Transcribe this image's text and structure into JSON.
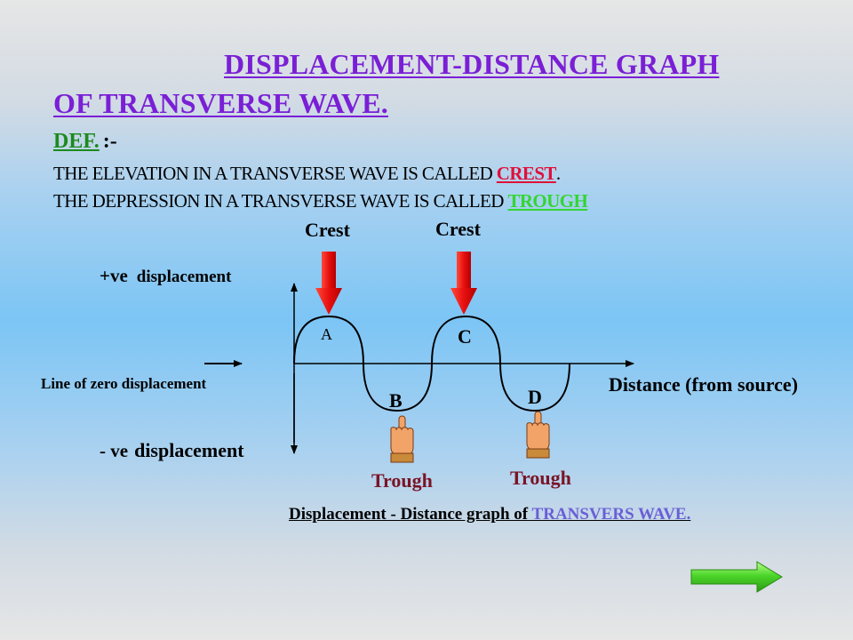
{
  "title": {
    "line1": "DISPLACEMENT-DISTANCE  GRAPH",
    "line2": "OF TRANSVERSE  WAVE."
  },
  "definition": {
    "label": "DEF.",
    "separator": ":-",
    "crest_line_prefix": "THE ELEVATION IN A TRANSVERSE WAVE IS CALLED ",
    "crest_word": "CREST",
    "crest_line_suffix": ".",
    "trough_line_prefix": "THE DEPRESSION IN A TRANSVERSE WAVE IS CALLED ",
    "trough_word": "TROUGH"
  },
  "diagram": {
    "crest_label_1": "Crest",
    "crest_label_2": "Crest",
    "pos_displacement_sign": "+ve",
    "pos_displacement_word": "displacement",
    "neg_displacement_sign": "- ve",
    "neg_displacement_word": "displacement",
    "zero_line_label": "Line of zero displacement",
    "distance_label": "Distance (from source)",
    "point_a": "A",
    "point_b": "B",
    "point_c": "C",
    "point_d": "D",
    "trough_label_1": "Trough",
    "trough_label_2": "Trough"
  },
  "caption": {
    "prefix": "Displacement - Distance graph of ",
    "highlight": "TRANSVERS WAVE."
  },
  "colors": {
    "title": "#7a1fd6",
    "def_label": "#1d8a1d",
    "crest_word": "#e0103a",
    "trough_word": "#33d633",
    "arrow": "#e81010",
    "trough_text": "#7a1426",
    "caption_link": "#6a5fd6",
    "next_arrow": "#4cd62a"
  },
  "icons": {
    "crest_pointer": "red-down-arrow-icon",
    "trough_pointer": "pointing-hand-icon",
    "next": "green-right-arrow-icon"
  }
}
